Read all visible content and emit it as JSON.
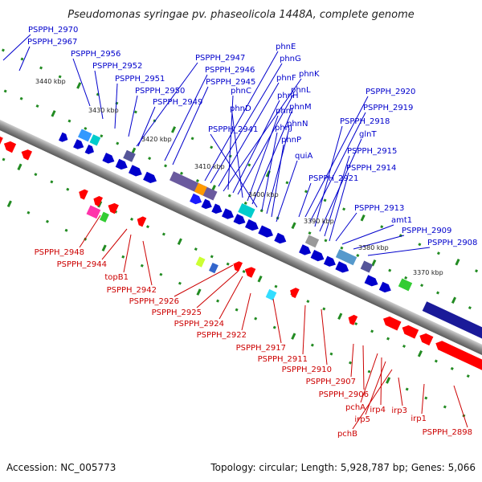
{
  "title": "Pseudomonas syringae pv. phaseolicola 1448A, complete genome",
  "footer": {
    "accession": "Accession: NC_005773",
    "summary": "Topology: circular; Length: 5,928,787 bp; Genes: 5,066"
  },
  "colors": {
    "forward_label": "#0000cc",
    "reverse_label": "#cc0000",
    "backbone": "#999999",
    "tick_dots": "#228b22"
  },
  "kbp_ticks": [
    "3440 kbp",
    "3430 kbp",
    "3420 kbp",
    "3410 kbp",
    "3400 kbp",
    "3390 kbp",
    "3380 kbp",
    "3370 kbp"
  ],
  "forward_labels": [
    "PSPPH_2970",
    "PSPPH_2967",
    "PSPPH_2956",
    "PSPPH_2952",
    "PSPPH_2951",
    "PSPPH_2950",
    "PSPPH_2949",
    "PSPPH_2947",
    "PSPPH_2946",
    "PSPPH_2945",
    "phnE",
    "phnG",
    "phnF",
    "phnK",
    "phnC",
    "phnH",
    "phnL",
    "phnD",
    "phnI",
    "phnM",
    "PSPPH_2941",
    "phnJ",
    "phnN",
    "phnP",
    "quiA",
    "PSPPH_2920",
    "PSPPH_2919",
    "PSPPH_2918",
    "glnT",
    "PSPPH_2915",
    "PSPPH_2914",
    "PSPPH_2921",
    "PSPPH_2913",
    "amt1",
    "PSPPH_2909",
    "PSPPH_2908"
  ],
  "reverse_labels": [
    "PSPPH_2948",
    "PSPPH_2944",
    "topB1",
    "PSPPH_2942",
    "PSPPH_2926",
    "PSPPH_2925",
    "PSPPH_2924",
    "PSPPH_2922",
    "PSPPH_2917",
    "PSPPH_2911",
    "PSPPH_2910",
    "PSPPH_2907",
    "PSPPH_2906",
    "pchA",
    "irp4",
    "irp5",
    "irp3",
    "pchB",
    "irp1",
    "PSPPH_2898"
  ]
}
